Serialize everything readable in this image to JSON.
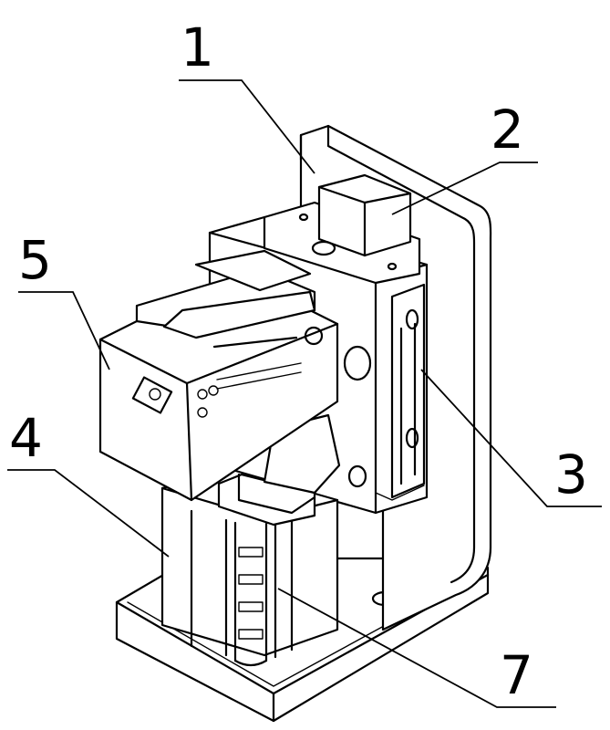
{
  "callouts": [
    {
      "id": "1",
      "label": "1"
    },
    {
      "id": "2",
      "label": "2"
    },
    {
      "id": "3",
      "label": "3"
    },
    {
      "id": "4",
      "label": "4"
    },
    {
      "id": "5",
      "label": "5"
    },
    {
      "id": "7",
      "label": "7"
    }
  ]
}
